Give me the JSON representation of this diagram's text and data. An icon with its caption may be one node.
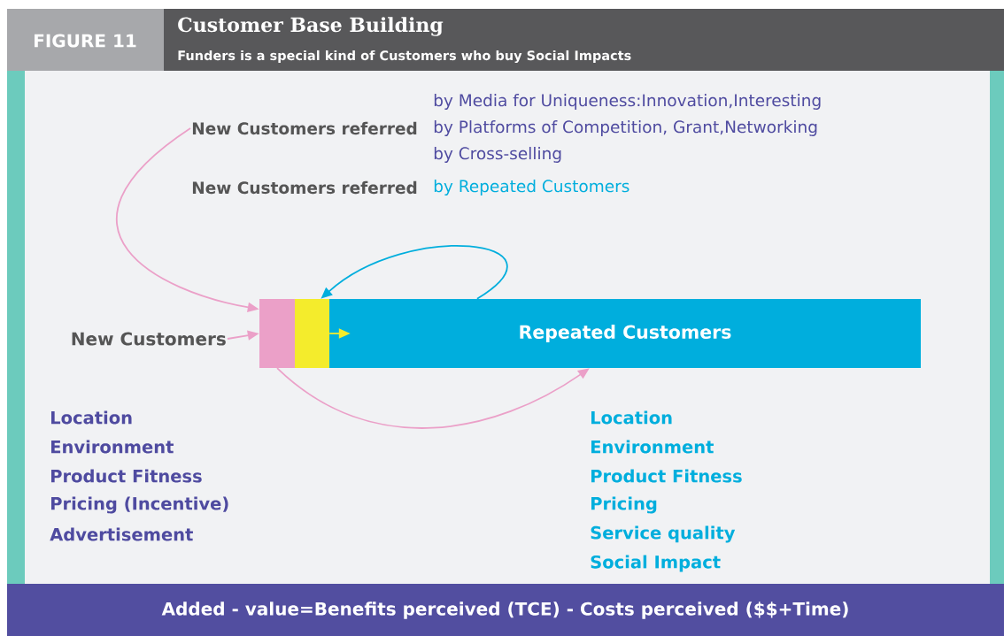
{
  "diagram": {
    "title": "Customer Base Building",
    "nodes": [
      {
        "text": [
          "New Customers referred"
        ],
        "beside": [
          "by Media for Uniqueness:Innovation,Interesting",
          "by Platforms of Competition, Grant,Networking",
          "by Cross-selling"
        ]
      },
      {
        "text": [
          "New Customers referred"
        ],
        "beside": [
          "by Repeated Customers"
        ]
      },
      {
        "text": [
          "New Customers"
        ]
      },
      {
        "text": [],
        "shape": "bar"
      },
      {
        "text": [],
        "shape": "bar"
      },
      {
        "text": [
          "Repeated Customers"
        ]
      }
    ],
    "edges": [
      {
        "from": 0,
        "to": 3,
        "arrow": "to"
      },
      {
        "from": 2,
        "to": 3,
        "arrow": "to"
      },
      {
        "from": 5,
        "to": 4,
        "arrow": "to",
        "color": "#00aedd"
      },
      {
        "from": 4,
        "to": 5,
        "arrow": "to",
        "color": "#f4ec2c"
      },
      {
        "from": 3,
        "to": 5,
        "arrow": "to"
      }
    ],
    "labels": [
      "FIGURE 11",
      "Funders is a special kind of Customers who buy Social Impacts",
      "Location",
      "Environment",
      "Product Fitness",
      "Pricing (Incentive)",
      "Advertisement",
      "Location",
      "Environment",
      "Product Fitness",
      "Pricing",
      "Service quality",
      "Social Impact",
      "Added - value=Benefits perceived (TCE) - Costs perceived ($$+Time)"
    ]
  }
}
